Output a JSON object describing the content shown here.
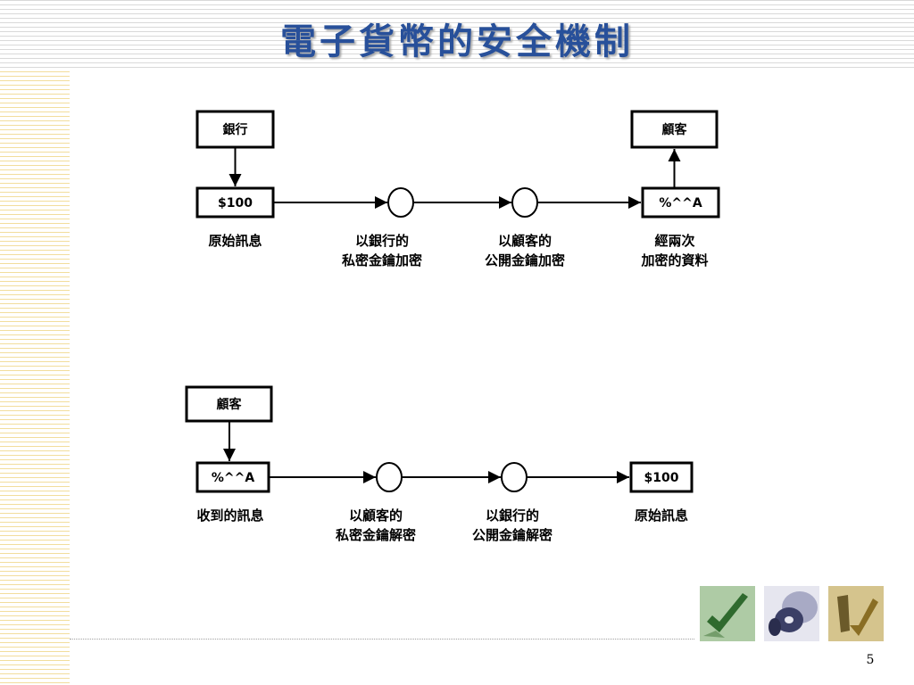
{
  "slide": {
    "title": "電子貨幣的安全機制",
    "page_number": "5"
  },
  "encryption_flow": {
    "source_box": "銀行",
    "target_box": "顧客",
    "start_box": "$100",
    "end_box": "%^^A",
    "labels": {
      "start": "原始訊息",
      "step1_line1": "以銀行的",
      "step1_line2": "私密金鑰加密",
      "step2_line1": "以顧客的",
      "step2_line2": "公開金鑰加密",
      "end_line1": "經兩次",
      "end_line2": "加密的資料"
    }
  },
  "decryption_flow": {
    "source_box": "顧客",
    "start_box": "%^^A",
    "end_box": "$100",
    "labels": {
      "start": "收到的訊息",
      "step1_line1": "以顧客的",
      "step1_line2": "私密金鑰解密",
      "step2_line1": "以銀行的",
      "step2_line2": "公開金鑰解密",
      "end": "原始訊息"
    }
  },
  "decor": {
    "title_color": "#28509a",
    "thumbnails": [
      "checkmark-icon",
      "disc-icon",
      "pen-icon"
    ]
  }
}
